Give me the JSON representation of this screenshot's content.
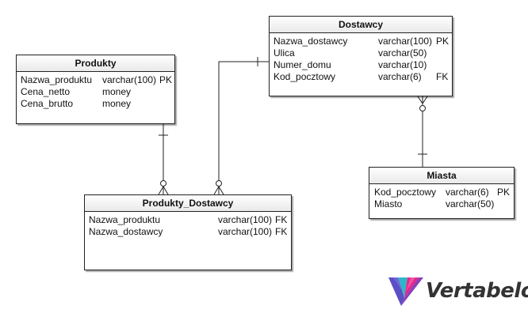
{
  "entities": {
    "produkty": {
      "title": "Produkty",
      "attributes": [
        {
          "name": "Nazwa_produktu",
          "type": "varchar(100)",
          "key": "PK"
        },
        {
          "name": "Cena_netto",
          "type": "money",
          "key": ""
        },
        {
          "name": "Cena_brutto",
          "type": "money",
          "key": ""
        }
      ]
    },
    "dostawcy": {
      "title": "Dostawcy",
      "attributes": [
        {
          "name": "Nazwa_dostawcy",
          "type": "varchar(100)",
          "key": "PK"
        },
        {
          "name": "Ulica",
          "type": "varchar(50)",
          "key": ""
        },
        {
          "name": "Numer_domu",
          "type": "varchar(10)",
          "key": ""
        },
        {
          "name": "Kod_pocztowy",
          "type": "varchar(6)",
          "key": "FK"
        }
      ]
    },
    "miasta": {
      "title": "Miasta",
      "attributes": [
        {
          "name": "Kod_pocztowy",
          "type": "varchar(6)",
          "key": "PK"
        },
        {
          "name": "Miasto",
          "type": "varchar(50)",
          "key": ""
        }
      ]
    },
    "produkty_dostawcy": {
      "title": "Produkty_Dostawcy",
      "attributes": [
        {
          "name": "Nazwa_produktu",
          "type": "varchar(100)",
          "key": "FK"
        },
        {
          "name": "Nazwa_dostawcy",
          "type": "varchar(100)",
          "key": "FK"
        }
      ]
    }
  },
  "logo": {
    "text": "Vertabelo",
    "colors": [
      "#5b4fc4",
      "#2fb5c9",
      "#e6258a",
      "#8a3fb8"
    ]
  }
}
